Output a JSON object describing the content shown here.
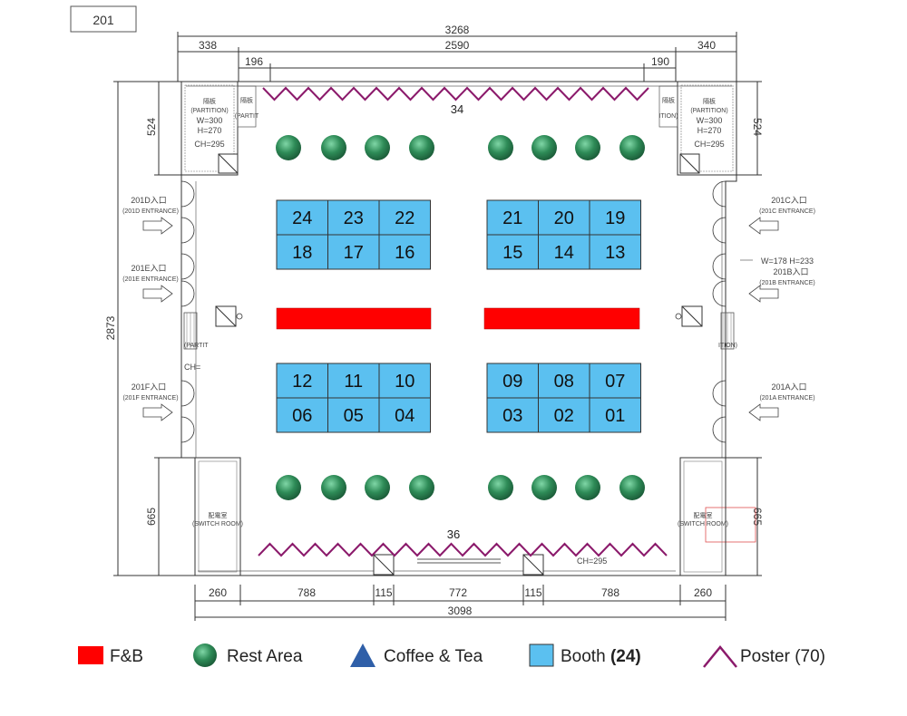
{
  "room": {
    "label": "201"
  },
  "dimensions": {
    "top_total": "3268",
    "top_left": "338",
    "top_middle": "2590",
    "top_right": "340",
    "top_inner_left": "196",
    "top_inner_right": "190",
    "left_height": "2873",
    "left_top": "524",
    "right_top": "524",
    "left_bottom": "665",
    "right_bottom": "665",
    "bottom_segments": [
      "260",
      "788",
      "115",
      "772",
      "115",
      "788",
      "260"
    ],
    "bottom_total": "3098",
    "entrance_size": "W=178 H=233"
  },
  "partitions": {
    "left": {
      "zh": "隔板",
      "en": "(PARTITION)",
      "w": "W=300",
      "h": "H=270",
      "ch": "CH=295"
    },
    "right": {
      "zh": "隔板",
      "en": "(PARTITION)",
      "w": "W=300",
      "h": "H=270",
      "ch": "CH=295"
    },
    "left_small_zh": "隔板",
    "left_small_en": "(PARTIT",
    "right_small_zh": "隔板",
    "right_small_en": "ITION)",
    "left_mid_en": "(PARTIT",
    "left_mid_ch": "CH=",
    "right_mid_en": "ITION)"
  },
  "entrances": {
    "D": {
      "zh": "201D入口",
      "en": "(201D ENTRANCE)"
    },
    "E": {
      "zh": "201E入口",
      "en": "(201E ENTRANCE)"
    },
    "F": {
      "zh": "201F入口",
      "en": "(201F ENTRANCE)"
    },
    "C": {
      "zh": "201C入口",
      "en": "(201C ENTRANCE)"
    },
    "B": {
      "zh": "201B入口",
      "en": "(201B ENTRANCE)"
    },
    "A": {
      "zh": "201A入口",
      "en": "(201A ENTRANCE)"
    }
  },
  "switch_rooms": {
    "left": {
      "zh": "配電室",
      "en": "(SWITCH ROOM)"
    },
    "right": {
      "zh": "配電室",
      "en": "(SWITCH ROOM)"
    }
  },
  "poster_counts": {
    "top": "34",
    "bottom": "36"
  },
  "bottom_ch": "CH=295",
  "booth_blocks": [
    {
      "name": "top-left",
      "rows": [
        [
          "24",
          "23",
          "22"
        ],
        [
          "18",
          "17",
          "16"
        ]
      ]
    },
    {
      "name": "top-right",
      "rows": [
        [
          "21",
          "20",
          "19"
        ],
        [
          "15",
          "14",
          "13"
        ]
      ]
    },
    {
      "name": "bottom-left",
      "rows": [
        [
          "12",
          "11",
          "10"
        ],
        [
          "06",
          "05",
          "04"
        ]
      ]
    },
    {
      "name": "bottom-right",
      "rows": [
        [
          "09",
          "08",
          "07"
        ],
        [
          "03",
          "02",
          "01"
        ]
      ]
    }
  ],
  "legend": {
    "fnb": "F&B",
    "rest": "Rest Area",
    "coffee": "Coffee & Tea",
    "booth": "Booth ",
    "booth_count": "(24)",
    "poster": "Poster (70)"
  },
  "colors": {
    "booth_fill": "#5bc0f0",
    "fnb_fill": "#ff0000",
    "rest_fill": "#2e8b57",
    "coffee_fill": "#2f5fa8",
    "poster_stroke": "#8b1a6b"
  }
}
